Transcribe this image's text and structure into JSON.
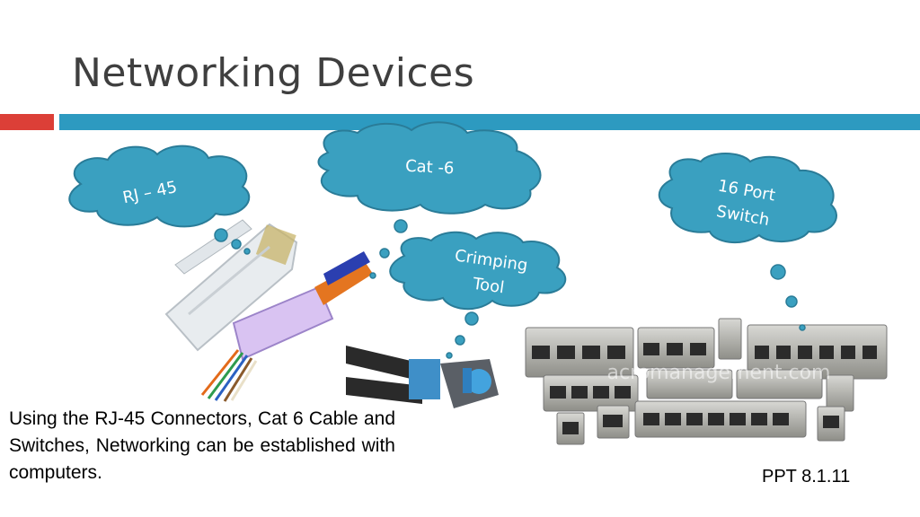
{
  "slide": {
    "title": "Networking Devices",
    "body_text": "Using the RJ-45 Connectors, Cat 6 Cable and Switches, Networking can be established with computers.",
    "footer": "PPT 8.1.11"
  },
  "callouts": {
    "rj45": "RJ – 45",
    "cat6": "Cat -6",
    "crimping_line1": "Crimping",
    "crimping_line2": "Tool",
    "switch_line1": "16 Port",
    "switch_line2": "Switch"
  },
  "image_watermark": "acromanagement.com",
  "colors": {
    "accent_red": "#dc3f37",
    "accent_teal": "#2d9ac0",
    "cloud_fill": "#3aa0c0"
  }
}
